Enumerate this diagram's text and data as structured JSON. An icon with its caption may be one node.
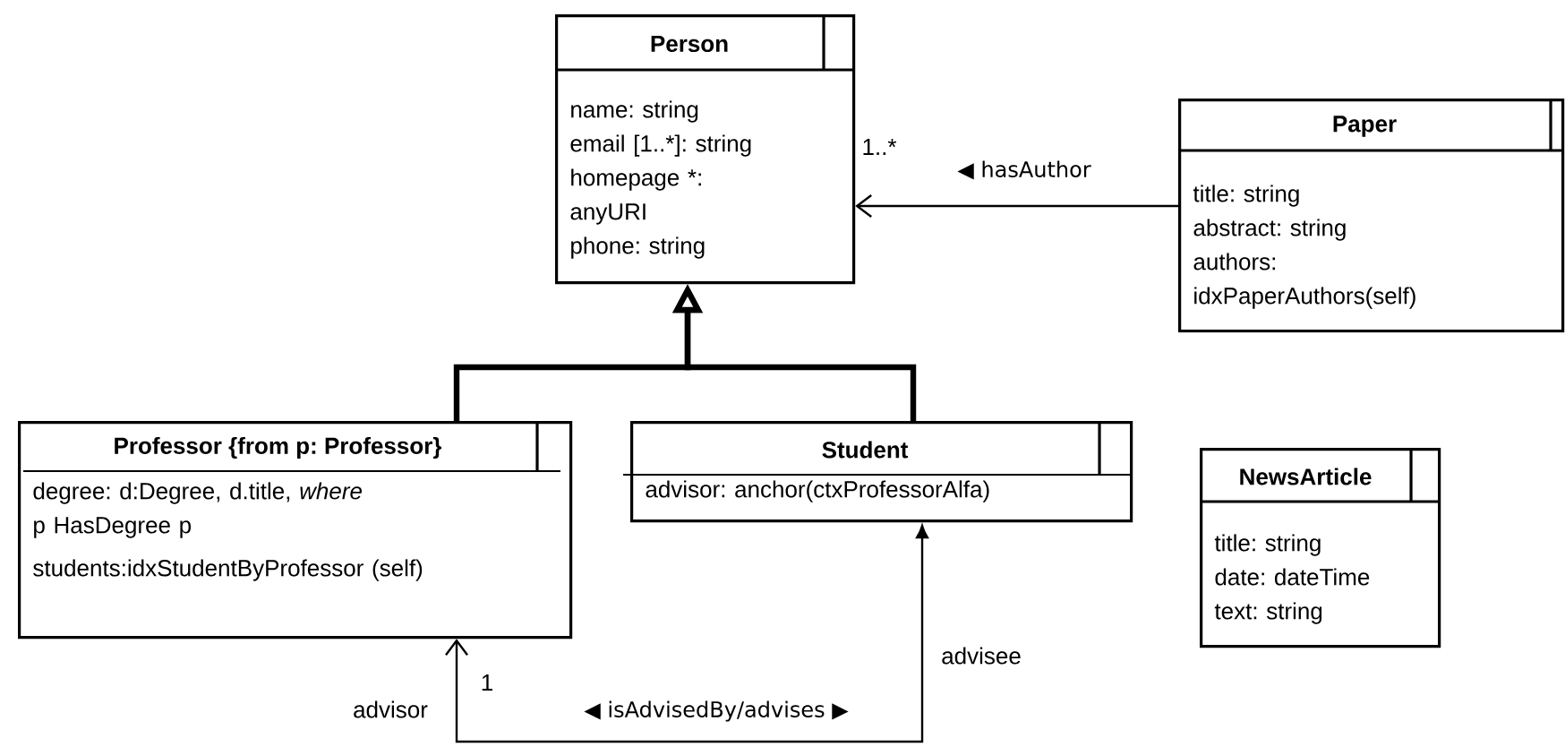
{
  "diagram": {
    "nodes": [
      {
        "text": [
          "Person",
          "name: string",
          "email [1..*]: string",
          "homepage *: anyURI",
          "phone: string"
        ]
      },
      {
        "text": [
          "Paper",
          "title: string",
          "abstract: string",
          "authors: idxPaperAuthors(self)"
        ]
      },
      {
        "text": [
          "Professor {from p: Professor}",
          "degree: d:Degree, d.title, *where* p HasDegree p",
          "students:idxStudentByProfessor (self)"
        ]
      },
      {
        "text": [
          "Student",
          "advisor: anchor(ctxProfessorAlfa)"
        ]
      },
      {
        "text": [
          "NewsArticle",
          "title: string",
          "date: dateTime",
          "text: string"
        ]
      }
    ],
    "edges": [
      {
        "from": 1,
        "to": 0,
        "arrow": "to",
        "label": "◀ hasAuthor"
      },
      {
        "from": 2,
        "to": 0,
        "arrow": "to",
        "style": "thick"
      },
      {
        "from": 3,
        "to": 0,
        "arrow": "to",
        "style": "thick"
      },
      {
        "from": 2,
        "to": 3,
        "arrow": "both",
        "label": "◀ isAdvisedBy/advises ▶"
      }
    ],
    "labels": [
      "1..*",
      "advisor",
      "1",
      "advisee"
    ]
  }
}
